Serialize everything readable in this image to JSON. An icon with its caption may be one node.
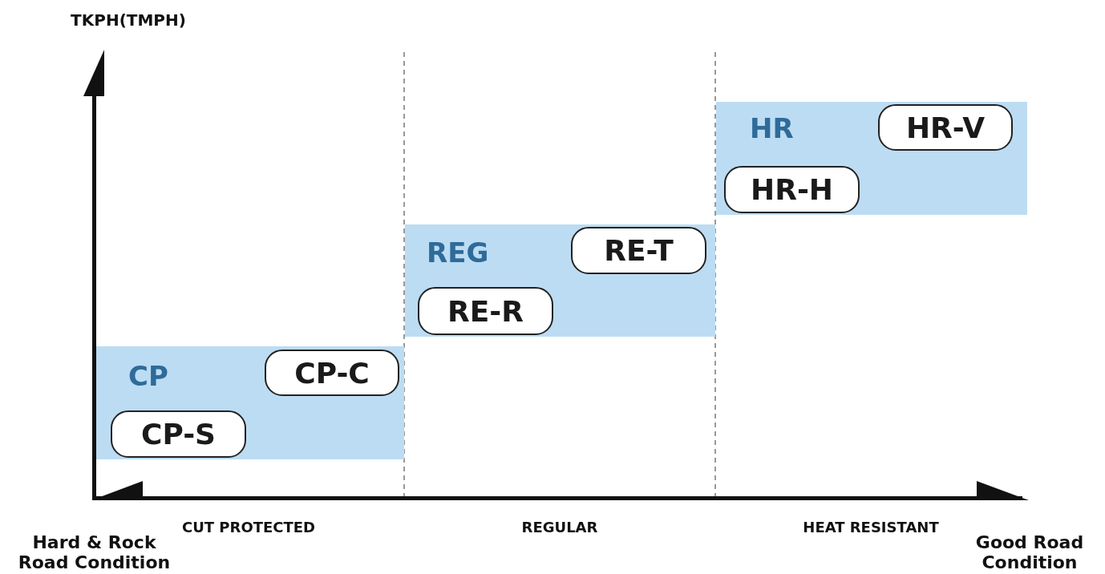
{
  "diagram": {
    "nodes": [
      {
        "text": [
          "CP"
        ]
      },
      {
        "text": [
          "CP-C"
        ],
        "in": 0
      },
      {
        "text": [
          "CP-S"
        ],
        "in": 0
      },
      {
        "text": [
          "REG"
        ]
      },
      {
        "text": [
          "RE-T"
        ],
        "in": 3
      },
      {
        "text": [
          "RE-R"
        ],
        "in": 3
      },
      {
        "text": [
          "HR"
        ]
      },
      {
        "text": [
          "HR-V"
        ],
        "in": 6
      },
      {
        "text": [
          "HR-H"
        ],
        "in": 6
      }
    ],
    "labels": [
      "TKPH(TMPH)",
      "Hard & Rock Road Condition",
      "CUT PROTECTED",
      "REGULAR",
      "HEAT RESISTANT",
      "Good Road Condition"
    ]
  }
}
